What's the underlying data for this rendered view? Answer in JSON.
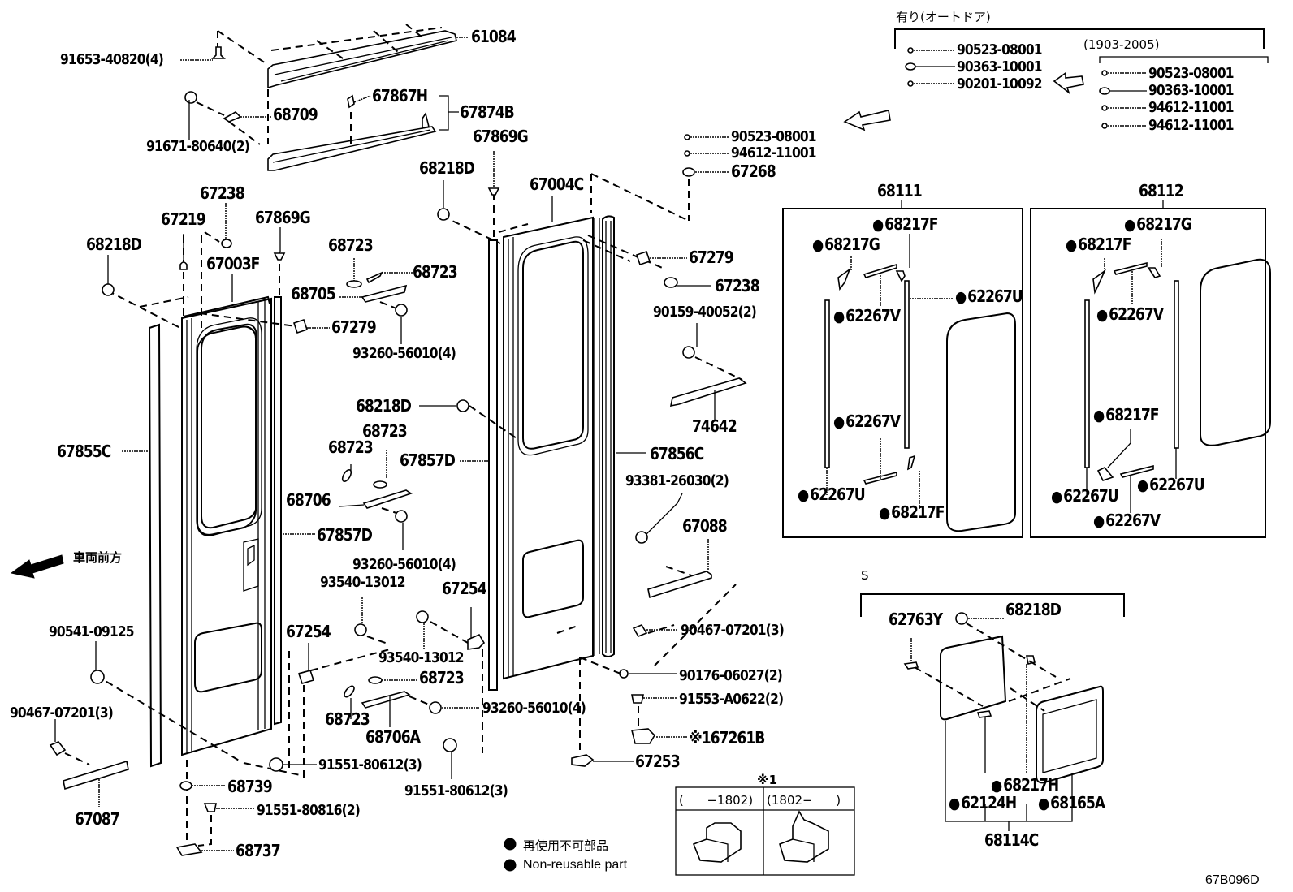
{
  "diagram": {
    "title_code": "67B096D",
    "front_direction_label": "車両前方",
    "legend": {
      "marker": "●",
      "jp": "再使用不可部品",
      "en": "Non-reusable part"
    },
    "auto_door_group": {
      "title": "有り(オートドア)",
      "parts": [
        "90523-08001",
        "90363-10001",
        "90201-10092"
      ],
      "subgroup": {
        "title": "(1903-2005)",
        "parts": [
          "90523-08001",
          "90363-10001",
          "94612-11001",
          "94612-11001"
        ]
      }
    },
    "upper_center_parts": [
      "90523-08001",
      "94612-11001",
      "67268"
    ],
    "labels": {
      "l61084": "61084",
      "l91653": "91653-40820(4)",
      "l68709": "68709",
      "l91671": "91671-80640(2)",
      "l67867H": "67867H",
      "l67874B": "67874B",
      "l67869G_a": "67869G",
      "l68218D_a": "68218D",
      "l67004C": "67004C",
      "l67238_a": "67238",
      "l67219": "67219",
      "l67869G_b": "67869G",
      "l68218D_b": "68218D",
      "l67003F": "67003F",
      "l68723_a": "68723",
      "l68723_b": "68723",
      "l68705": "68705",
      "l67279_a": "67279",
      "l93260_a": "93260-56010(4)",
      "l67279_b": "67279",
      "l67238_b": "67238",
      "l90159": "90159-40052(2)",
      "l74642": "74642",
      "l68218D_c": "68218D",
      "l68723_c": "68723",
      "l68723_d": "68723",
      "l68706": "68706",
      "l67857D_a": "67857D",
      "l67855C": "67855C",
      "l67857D_b": "67857D",
      "l67856C": "67856C",
      "l93381": "93381-26030(2)",
      "l67088": "67088",
      "l93260_b": "93260-56010(4)",
      "l93540_a": "93540-13012",
      "l67254_a": "67254",
      "l67254_b": "67254",
      "l93540_b": "93540-13012",
      "l90467_a": "90467-07201(3)",
      "l90541": "90541-09125",
      "l90467_b": "90467-07201(3)",
      "l68723_e": "68723",
      "l68723_f": "68723",
      "l68706A": "68706A",
      "l93260_c": "93260-56010(4)",
      "l90176": "90176-06027(2)",
      "l91553": "91553-A0622(2)",
      "l67261B": "※167261B",
      "l67253": "67253",
      "l91551_a": "91551-80612(3)",
      "l91551_b": "91551-80612(3)",
      "l68739": "68739",
      "l67087": "67087",
      "l91551_c": "91551-80816(2)",
      "l68737": "68737"
    },
    "kit_68111": {
      "title": "68111",
      "parts": [
        "68217F",
        "68217G",
        "62267V",
        "62267U",
        "62267V",
        "62267U",
        "68217F"
      ]
    },
    "kit_68112": {
      "title": "68112",
      "parts": [
        "68217G",
        "68217F",
        "62267V",
        "68217F",
        "62267U",
        "62267U",
        "62267V"
      ]
    },
    "kit_68114C": {
      "bracket": "S",
      "title": "68114C",
      "parts": [
        "62763Y",
        "68218D",
        "68217H",
        "62124H",
        "68165A"
      ]
    },
    "note1": {
      "marker": "※1",
      "col1": "(      −1802)",
      "col2": "(1802−      )"
    }
  }
}
